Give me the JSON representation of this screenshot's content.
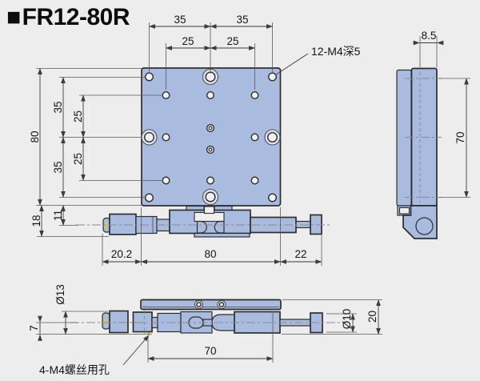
{
  "title": {
    "marker": "■",
    "text": "FR12-80R"
  },
  "notes": {
    "thread": "12-M4深5",
    "screw_holes": "4-M4螺丝用孔"
  },
  "front_view": {
    "top_dims": [
      "35",
      "35",
      "25",
      "25"
    ],
    "left_dims": [
      "80",
      "35",
      "25",
      "25",
      "35",
      "18",
      "11"
    ],
    "bottom_dims": [
      "20.2",
      "80",
      "22"
    ]
  },
  "side_view": {
    "dims": [
      "8.5",
      "70"
    ]
  },
  "bottom_view": {
    "dims": [
      "Ø13",
      "7",
      "70",
      "Ø10",
      "20"
    ]
  },
  "colors": {
    "part_fill": "#a9bce0",
    "outline": "#2e2e2e",
    "background": "#ededed",
    "dim_line": "#3c3c3c"
  }
}
